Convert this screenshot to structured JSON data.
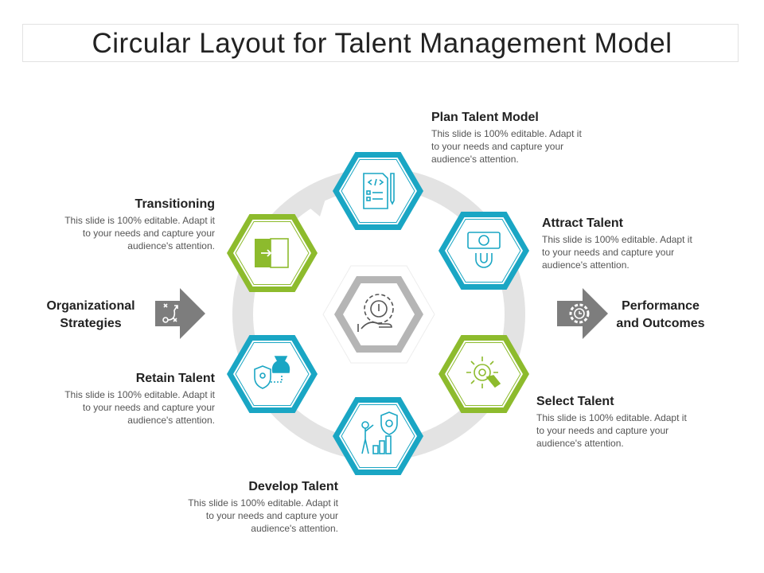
{
  "title": "Circular Layout for Talent Management Model",
  "colors": {
    "teal": "#1aa6c4",
    "green": "#8dbb2d",
    "gray": "#9a9a9a",
    "ring": "#e3e3e3"
  },
  "steps": [
    {
      "key": "plan",
      "title": "Plan Talent Model",
      "desc": "This slide is 100% editable. Adapt it to your needs and capture your audience's attention.",
      "icon": "document-code-icon"
    },
    {
      "key": "attract",
      "title": "Attract Talent",
      "desc": "This slide is 100% editable. Adapt it to your needs and capture your audience's attention.",
      "icon": "money-magnet-icon"
    },
    {
      "key": "select",
      "title": "Select Talent",
      "desc": "This slide is 100% editable. Adapt it to your needs and capture your audience's attention.",
      "icon": "target-hand-icon"
    },
    {
      "key": "develop",
      "title": "Develop Talent",
      "desc": "This slide is 100% editable. Adapt it to your needs and capture your audience's attention.",
      "icon": "person-growth-icon"
    },
    {
      "key": "retain",
      "title": "Retain Talent",
      "desc": "This slide is 100% editable. Adapt it to your needs and capture your audience's attention.",
      "icon": "shield-money-icon"
    },
    {
      "key": "transition",
      "title": "Transitioning",
      "desc": "This slide is 100% editable. Adapt it to your needs and capture your audience's attention.",
      "icon": "door-exit-icon"
    }
  ],
  "input": {
    "label_line1": "Organizational",
    "label_line2": "Strategies",
    "icon": "strategy-icon"
  },
  "output": {
    "label_line1": "Performance",
    "label_line2": "and Outcomes",
    "icon": "gear-clock-icon"
  },
  "center": {
    "icon": "gear-bulb-hand-icon"
  }
}
